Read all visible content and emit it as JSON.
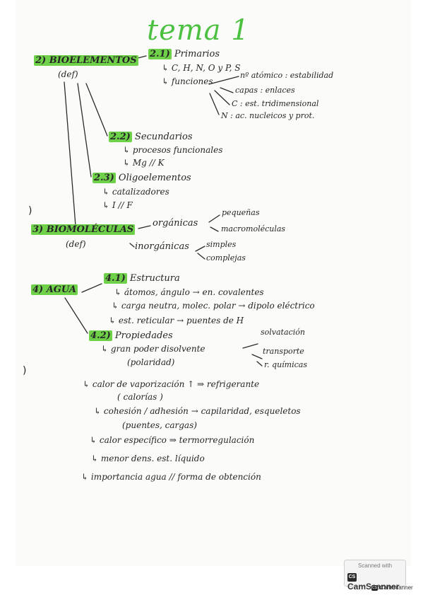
{
  "title": "tema 1",
  "s2": {
    "heading": "2) BIOELEMENTOS",
    "def": "(def)",
    "s21": {
      "num": "2.1)",
      "label": "Primarios"
    },
    "s21_items": [
      "↳ C, H, N, O y P, S",
      "↳ funciones"
    ],
    "funciones": [
      "nº atómico : estabilidad",
      "capas : enlaces",
      "C : est. tridimensional",
      "N : ac. nucleicos y prot."
    ],
    "s22": {
      "num": "2.2)",
      "label": "Secundarios"
    },
    "s22_items": [
      "↳ procesos funcionales",
      "↳ Mg // K"
    ],
    "s23": {
      "num": "2.3)",
      "label": "Oligoelementos"
    },
    "s23_items": [
      "↳ catalizadores",
      "↳ I // F"
    ]
  },
  "s3": {
    "heading": "3) BIOMOLÉCULAS",
    "def": "(def)",
    "organicas": "orgánicas",
    "org_items": [
      "pequeñas",
      "macromoléculas"
    ],
    "inorganicas": "inorgánicas",
    "inorg_items": [
      "simples",
      "complejas"
    ]
  },
  "s4": {
    "heading": "4) AGUA",
    "s41": {
      "num": "4.1)",
      "label": "Estructura"
    },
    "s41_items": [
      "↳ átomos, ángulo → en. covalentes",
      "↳ carga neutra, molec. polar → dipolo eléctrico",
      "↳ est. reticular → puentes de H"
    ],
    "s42": {
      "num": "4.2)",
      "label": "Propiedades"
    },
    "disolvente": "↳ gran poder disolvente",
    "polaridad": "(polaridad)",
    "disolvente_items": [
      "solvatación",
      "transporte",
      "r. químicas"
    ],
    "vaporizacion": "↳ calor de vaporización ↑ ⇒ refrigerante",
    "calorias": "( calorías )",
    "cohesion": "↳ cohesión / adhesión → capilaridad, esqueletos",
    "cargas": "(puentes, cargas)",
    "calor_especifico": "↳ calor específico ⇒ termorregulación",
    "menor_densidad": "↳ menor dens. est. líquido",
    "importancia": "↳ importancia agua // forma de obtención"
  },
  "scanner": {
    "scanned_with": "Scanned with",
    "brand": "CamScanner",
    "logo": "CS",
    "bottom": "CamScanner"
  }
}
